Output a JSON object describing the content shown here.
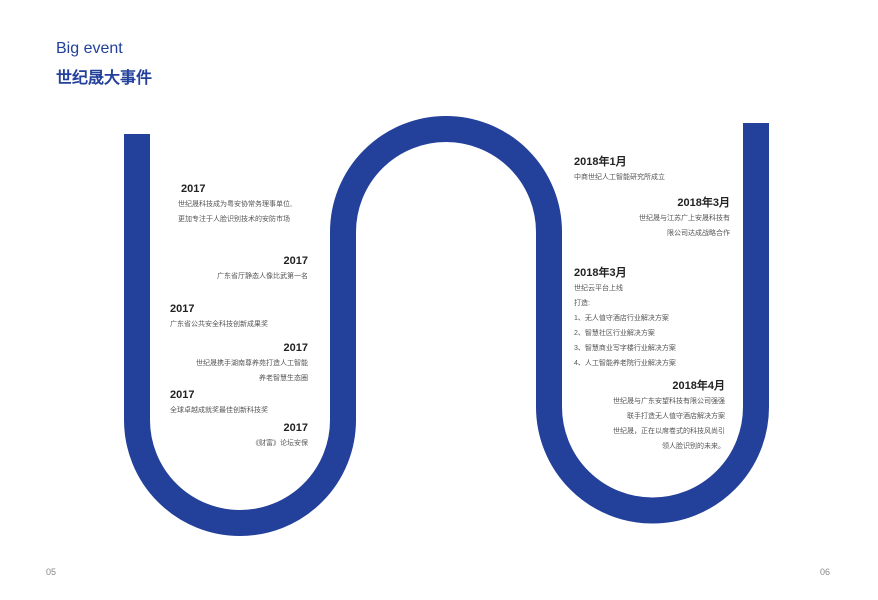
{
  "header": {
    "title_en": "Big event",
    "title_cn": "世纪晟大事件"
  },
  "colors": {
    "accent": "#23409a"
  },
  "events_left": [
    {
      "date": "2017",
      "lines": [
        "世纪晟科技成为粤安协常务理事单位,",
        "更加专注于人脸识别技术的安防市场"
      ]
    },
    {
      "date": "2017",
      "lines": [
        "广东省厅静态人像比武第一名"
      ]
    },
    {
      "date": "2017",
      "lines": [
        "广东省公共安全科技创新成果奖"
      ]
    },
    {
      "date": "2017",
      "lines": [
        "世纪晟携手湖南尊养苑打造人工智能",
        "养老智慧生态圈"
      ]
    },
    {
      "date": "2017",
      "lines": [
        "全球卓越成就奖最佳创新科技奖"
      ]
    },
    {
      "date": "2017",
      "lines": [
        "《财富》论坛安保"
      ]
    }
  ],
  "events_right": [
    {
      "date": "2018年1月",
      "lines": [
        "中商世纪人工智能研究所成立"
      ]
    },
    {
      "date": "2018年3月",
      "lines": [
        "世纪晟与江苏广上安晟科技有",
        "限公司达成战略合作"
      ]
    },
    {
      "date": "2018年3月",
      "lines": [
        "世纪云平台上线",
        "打造:",
        "1、无人值守酒店行业解决方案",
        "2、智慧社区行业解决方案",
        "3、智慧商业写字楼行业解决方案",
        "4、人工智能养老院行业解决方案"
      ]
    },
    {
      "date": "2018年4月",
      "lines": [
        "世纪晟与广东安望科技有限公司强强",
        "联手打造无人值守酒店解决方案",
        "世纪晟，正在以席卷式的科技风尚引",
        "领人脸识别的未来。"
      ]
    }
  ],
  "footer": {
    "page_left": "05",
    "page_right": "06"
  }
}
